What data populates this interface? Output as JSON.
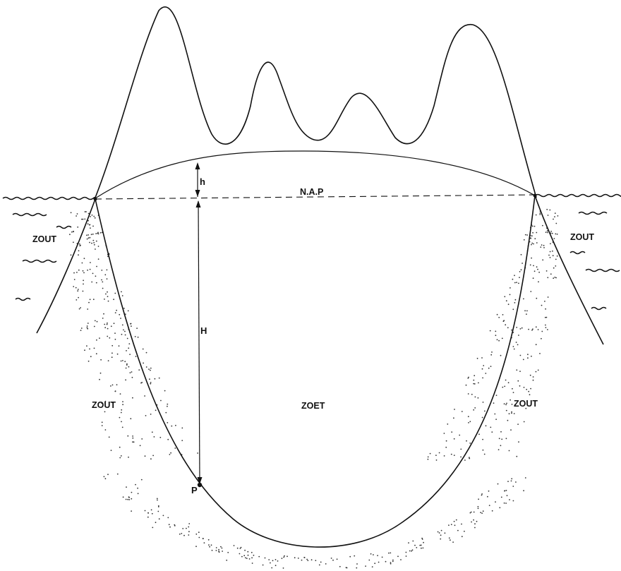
{
  "labels": {
    "datum": "N.A.P",
    "head_above": "h",
    "depth_below": "H",
    "point": "P",
    "fresh": "ZOET",
    "salt_left_sea": "ZOUT",
    "salt_right_sea": "ZOUT",
    "salt_left_ground": "ZOUT",
    "salt_right_ground": "ZOUT"
  },
  "colors": {
    "line": "#111111",
    "stipple": "#333333",
    "background": "#ffffff"
  }
}
